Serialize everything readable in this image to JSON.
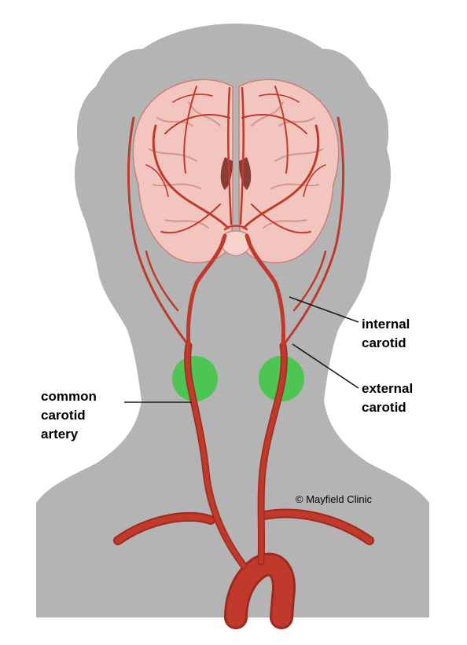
{
  "diagram": {
    "labels": {
      "internal_line1": "internal",
      "internal_line2": "carotid",
      "external_line1": "external",
      "external_line2": "carotid",
      "common_line1": "common",
      "common_line2": "carotid",
      "common_line3": "artery"
    },
    "copyright": "© Mayfield Clinic",
    "colors": {
      "silhouette": "#b4b4b4",
      "artery": "#c0392b",
      "artery_dark": "#9e2a1f",
      "brain": "#f2c6bf",
      "brain_fold": "#d9958c",
      "highlight": "#4cc552",
      "leader": "#1a1a1a"
    }
  }
}
